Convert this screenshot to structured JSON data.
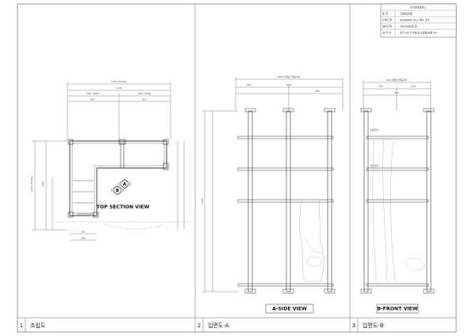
{
  "title_block": {
    "header": "아가방앤컴퍼니",
    "rows": [
      {
        "label": "품 목",
        "value": "진열대/판넬"
      },
      {
        "label": "브랜드명",
        "value": "AGABANG ALL/ 에뜨 조이"
      },
      {
        "label": "설치지역",
        "value": "CRCD/현대도원"
      },
      {
        "label": "설 치 처",
        "value": "대구 CD 주식회사(쇼핑몰)매장-4F"
      }
    ]
  },
  "views": [
    {
      "label": "TOP SECTION VIEW"
    },
    {
      "label": "A-SIDE VIEW"
    },
    {
      "label": "B-FRONT VIEW"
    }
  ],
  "markers": {
    "a": "A",
    "b": "B"
  },
  "footer": [
    {
      "num": "1",
      "text": "조립도"
    },
    {
      "num": "2",
      "text": "입면도-A"
    },
    {
      "num": "3",
      "text": "입면도-B"
    }
  ],
  "dims": {
    "top": [
      "1300 (TOTAL)",
      "1100",
      "550 / 4600",
      "620 / 4550",
      "407",
      "507"
    ],
    "top_left": [
      "1250 (TOTAL)",
      "900"
    ],
    "top_bottom": [
      "80",
      "290"
    ],
    "side": [
      "1630 (패널 전체규격)",
      "580",
      "594",
      "600"
    ],
    "side_v": [
      "2200"
    ],
    "front": [
      "420 (패널 전체규격)",
      "251",
      "210",
      "421"
    ],
    "callouts": [
      "서포트바",
      "서포트바"
    ]
  }
}
